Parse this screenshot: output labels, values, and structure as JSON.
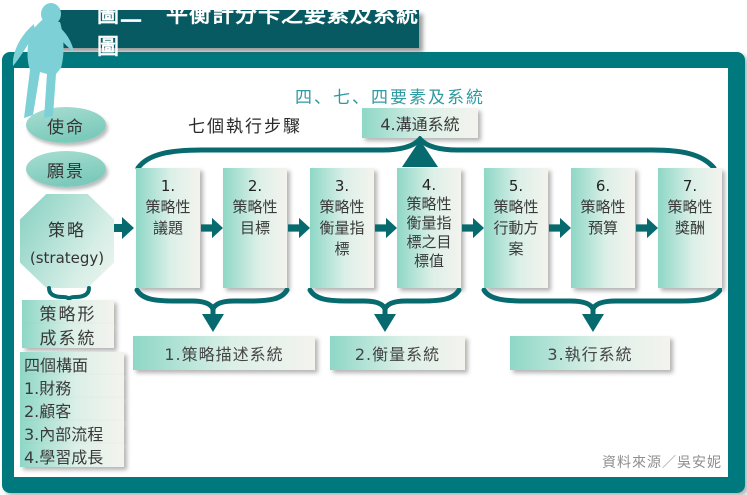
{
  "title": "圖二　平衡計分卡之要素及系統圖",
  "colors": {
    "frame_teal": "#00797e",
    "titlebar_teal": "#075a61",
    "person_cyan": "#7dd1d6",
    "heading_teal": "#2f9aa0",
    "arrow_teal": "#076a6e",
    "box_gradient_start": "#8ed7c6",
    "box_gradient_end": "#f4f3ee"
  },
  "left_panel": {
    "mission": "使命",
    "vision": "願景",
    "strategy": "策略",
    "strategy_en": "(strategy)",
    "formation_lines": [
      "策略形",
      "成系統"
    ],
    "perspectives": [
      "四個構面",
      "1.財務",
      "2.顧客",
      "3.內部流程",
      "4.學習成長"
    ]
  },
  "main": {
    "heading": "四、七、四要素及系統",
    "steps_label": "七個執行步驟",
    "communication_box": "4.溝通系統",
    "steps": [
      {
        "num": "1.",
        "lines": [
          "策略性",
          "議題"
        ]
      },
      {
        "num": "2.",
        "lines": [
          "策略性",
          "目標"
        ]
      },
      {
        "num": "3.",
        "lines": [
          "策略性",
          "衡量指",
          "標"
        ]
      },
      {
        "num": "4.",
        "lines": [
          "策略性",
          "衡量指",
          "標之目",
          "標值"
        ]
      },
      {
        "num": "5.",
        "lines": [
          "策略性",
          "行動方",
          "案"
        ]
      },
      {
        "num": "6.",
        "lines": [
          "策略性",
          "預算"
        ]
      },
      {
        "num": "7.",
        "lines": [
          "策略性",
          "獎酬"
        ]
      }
    ],
    "systems": [
      "1.策略描述系統",
      "2.衡量系統",
      "3.執行系統"
    ]
  },
  "footer": {
    "source": "資料來源／吳安妮"
  }
}
